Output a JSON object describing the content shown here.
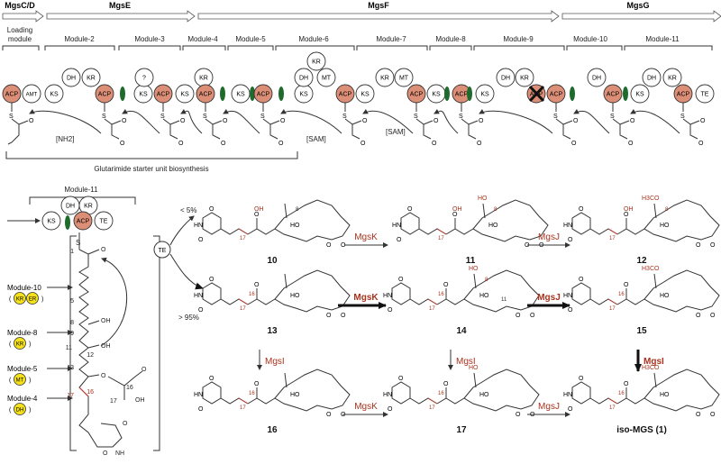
{
  "colors": {
    "acp": "#dc8e76",
    "docking": "#1f6b2e",
    "enzyme_red": "#a8321c",
    "yellow": "#f5e11a",
    "arrow": "#333333"
  },
  "genes": [
    {
      "label": "MgsC/D"
    },
    {
      "label": "MgsE"
    },
    {
      "label": "MgsF"
    },
    {
      "label": "MgsG"
    }
  ],
  "modules": [
    {
      "label": "Loading module"
    },
    {
      "label": "Module-2"
    },
    {
      "label": "Module-3"
    },
    {
      "label": "Module-4"
    },
    {
      "label": "Module-5"
    },
    {
      "label": "Module-6"
    },
    {
      "label": "Module-7"
    },
    {
      "label": "Module-8"
    },
    {
      "label": "Module-9"
    },
    {
      "label": "Module-10"
    },
    {
      "label": "Module-11"
    }
  ],
  "domains": {
    "acp": "ACP",
    "amt": "AMT",
    "ks": "KS",
    "dh": "DH",
    "kr": "KR",
    "mt": "MT",
    "te": "TE",
    "unknown": "?",
    "er": "ER"
  },
  "labels": {
    "nh2": "[NH2]",
    "sam": "[SAM]",
    "glutarimide": "Glutarimide starter unit biosynthesis",
    "module11_detail": "Module-11",
    "te_cleave": "TE",
    "low_pct": "< 5%",
    "high_pct": "> 95%",
    "ho": "HO",
    "s": "S",
    "o": "O",
    "oh": "OH",
    "hn": "HN",
    "h3co": "H3CO"
  },
  "side_modules": [
    {
      "label": "Module-10",
      "domains": [
        "KR",
        "ER"
      ]
    },
    {
      "label": "Module-8",
      "domains": [
        "KR"
      ]
    },
    {
      "label": "Module-5",
      "domains": [
        "MT"
      ]
    },
    {
      "label": "Module-4",
      "domains": [
        "DH"
      ]
    }
  ],
  "chain_numbers": [
    "1",
    "5",
    "8",
    "9",
    "11",
    "12",
    "13",
    "16",
    "17"
  ],
  "compounds": [
    {
      "id": "10",
      "positions": [
        "8",
        "17"
      ]
    },
    {
      "id": "11",
      "positions": [
        "8",
        "17"
      ]
    },
    {
      "id": "12",
      "positions": [
        "8",
        "17"
      ]
    },
    {
      "id": "13",
      "positions": [
        "16",
        "17"
      ]
    },
    {
      "id": "14",
      "positions": [
        "8",
        "16",
        "17",
        "11"
      ]
    },
    {
      "id": "15",
      "positions": [
        "16",
        "17"
      ]
    },
    {
      "id": "16",
      "positions": [
        "16",
        "17"
      ]
    },
    {
      "id": "17",
      "positions": [
        "16",
        "17"
      ]
    },
    {
      "id": "iso-MGS (1)",
      "positions": [
        "16",
        "17"
      ]
    }
  ],
  "enzymes": {
    "mgsk": "MgsK",
    "mgsj": "MgsJ",
    "mgsi": "MgsI"
  }
}
